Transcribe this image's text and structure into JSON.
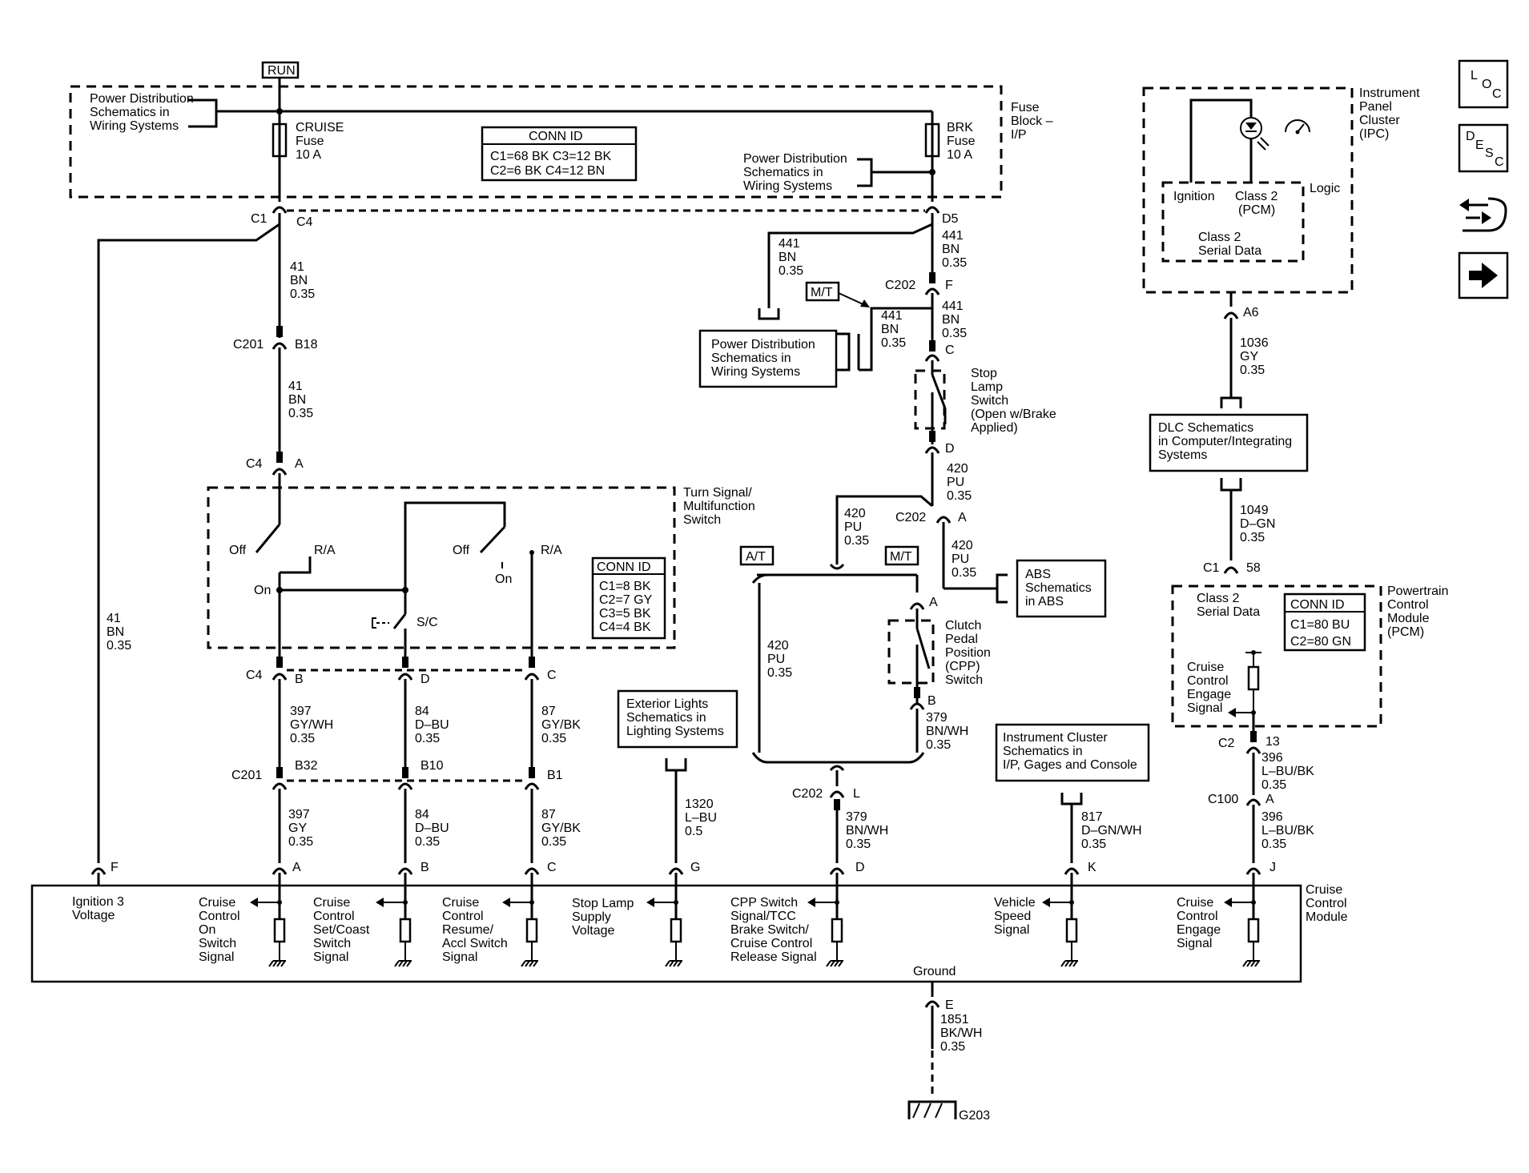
{
  "diagram": {
    "run_label": "RUN",
    "fuse_block_label": [
      "Fuse",
      "Block –",
      "I/P"
    ],
    "pd_top": [
      "Power Distribution",
      "Schematics in",
      "Wiring  Systems"
    ],
    "cruise_fuse": [
      "CRUISE",
      "Fuse",
      "10 A"
    ],
    "brk_fuse": [
      "BRK",
      "Fuse",
      "10 A"
    ],
    "pd_mid": [
      "Power Distribution",
      "Schematics in",
      "Wiring  Systems"
    ],
    "conn_top": {
      "title": "CONN ID",
      "rows": [
        "C1=68 BK   C3=12 BK",
        "C2=6 BK     C4=12 BN"
      ]
    },
    "turn_signal": [
      "Turn Signal/",
      "Multifunction",
      "Switch"
    ],
    "conn_turn": {
      "title": "CONN ID",
      "rows": [
        "C1=8 BK",
        "C2=7 GY",
        "C3=5 BK",
        "C4=4 BK"
      ]
    },
    "conn_pcm": {
      "title": "CONN ID",
      "rows": [
        "C1=80 BU",
        "C2=80 GN"
      ]
    },
    "pd_box": [
      "Power Distribution",
      "Schematics in",
      "Wiring Systems"
    ],
    "mt_label": "M/T",
    "at_label": "A/T",
    "stop_lamp": [
      "Stop",
      "Lamp",
      "Switch",
      "(Open w/Brake",
      "Applied)"
    ],
    "clutch": [
      "Clutch",
      "Pedal",
      "Position",
      "(CPP)",
      "Switch"
    ],
    "abs_box": [
      "ABS",
      "Schematics",
      "in ABS"
    ],
    "ext_lights": [
      "Exterior Lights",
      "Schematics in",
      "Lighting Systems"
    ],
    "inst_cluster": [
      "Instrument Cluster",
      "Schematics in",
      "I/P, Gages and Console"
    ],
    "ipc": [
      "Instrument",
      "Panel",
      "Cluster",
      "(IPC)"
    ],
    "ipc_logic": "Logic",
    "ipc_ignition": "Ignition",
    "ipc_class2": [
      "Class 2",
      "(PCM)"
    ],
    "ipc_serial": [
      "Class 2",
      "Serial Data"
    ],
    "dlc": [
      "DLC Schematics",
      "in Computer/Integrating",
      "Systems"
    ],
    "pcm": [
      "Powertrain",
      "Control",
      "Module",
      "(PCM)"
    ],
    "pcm_serial": [
      "Class 2",
      "Serial Data"
    ],
    "pcm_cruise": [
      "Cruise",
      "Control",
      "Engage",
      "Signal"
    ],
    "ccm": [
      "Cruise",
      "Control",
      "Module"
    ],
    "ground_label": "Ground",
    "ground_id": "G203",
    "nav_icons": [
      {
        "name": "location-icon",
        "text": [
          "L",
          "O",
          "C"
        ]
      },
      {
        "name": "description-icon",
        "text": [
          "D",
          "E",
          "S",
          "C"
        ]
      },
      {
        "name": "diagnostic-icon"
      },
      {
        "name": "next-arrow-icon"
      }
    ],
    "switch_labels": {
      "off1": "Off",
      "ra1": "R/A",
      "on1": "On",
      "off2": "Off",
      "on2": "On",
      "ra2": "R/A",
      "sc": "S/C"
    },
    "connectors": {
      "c1": "C1",
      "c4": "C4",
      "d5": "D5",
      "c201_b18": "C201",
      "b18": "B18",
      "c4a": "C4",
      "a": "A",
      "c202f": "C202",
      "f": "F",
      "c_stop": "C",
      "d_stop": "D",
      "c202a": "C202",
      "a_c202": "A",
      "c4b": "C4",
      "b": "B",
      "d": "D",
      "c": "C",
      "c201b": "C201",
      "b32": "B32",
      "b10": "B10",
      "b1": "B1",
      "a_cpp": "A",
      "b_cpp": "B",
      "c202l": "C202",
      "l": "L",
      "a6": "A6",
      "c1_58": "C1",
      "n58": "58",
      "c2_13": "C2",
      "n13": "13",
      "c100": "C100",
      "a_c100": "A",
      "e": "E"
    },
    "wires": {
      "w41_top": [
        "41",
        "BN",
        "0.35"
      ],
      "w41_mid": [
        "41",
        "BN",
        "0.35"
      ],
      "w41_left": [
        "41",
        "BN",
        "0.35"
      ],
      "w441_d5": [
        "441",
        "BN",
        "0.35"
      ],
      "w441_left": [
        "441",
        "BN",
        "0.35"
      ],
      "w441_f": [
        "441",
        "BN",
        "0.35"
      ],
      "w441_mt": [
        "441",
        "BN",
        "0.35"
      ],
      "w420_d": [
        "420",
        "PU",
        "0.35"
      ],
      "w420_left": [
        "420",
        "PU",
        "0.35"
      ],
      "w420_abs": [
        "420",
        "PU",
        "0.35"
      ],
      "w420_at": [
        "420",
        "PU",
        "0.35"
      ],
      "w397a": [
        "397",
        "GY/WH",
        "0.35"
      ],
      "w84a": [
        "84",
        "D–BU",
        "0.35"
      ],
      "w87a": [
        "87",
        "GY/BK",
        "0.35"
      ],
      "w397b": [
        "397",
        "GY",
        "0.35"
      ],
      "w84b": [
        "84",
        "D–BU",
        "0.35"
      ],
      "w87b": [
        "87",
        "GY/BK",
        "0.35"
      ],
      "w379a": [
        "379",
        "BN/WH",
        "0.35"
      ],
      "w379b": [
        "379",
        "BN/WH",
        "0.35"
      ],
      "w1320": [
        "1320",
        "L–BU",
        "0.5"
      ],
      "w817": [
        "817",
        "D–GN/WH",
        "0.35"
      ],
      "w1036": [
        "1036",
        "GY",
        "0.35"
      ],
      "w1049": [
        "1049",
        "D–GN",
        "0.35"
      ],
      "w396a": [
        "396",
        "L–BU/BK",
        "0.35"
      ],
      "w396b": [
        "396",
        "L–BU/BK",
        "0.35"
      ],
      "w1851": [
        "1851",
        "BK/WH",
        "0.35"
      ]
    },
    "module_pins": [
      {
        "pin": "F",
        "label": [
          "Ignition 3",
          "Voltage"
        ]
      },
      {
        "pin": "A",
        "label": [
          "Cruise",
          "Control",
          "On",
          "Switch",
          "Signal"
        ]
      },
      {
        "pin": "B",
        "label": [
          "Cruise",
          "Control",
          "Set/Coast",
          "Switch",
          "Signal"
        ]
      },
      {
        "pin": "C",
        "label": [
          "Cruise",
          "Control",
          "Resume/",
          "Accl Switch",
          "Signal"
        ]
      },
      {
        "pin": "G",
        "label": [
          "Stop Lamp",
          "Supply",
          "Voltage"
        ]
      },
      {
        "pin": "D",
        "label": [
          "CPP Switch",
          "Signal/TCC",
          "Brake Switch/",
          "Cruise Control",
          "Release Signal"
        ]
      },
      {
        "pin": "K",
        "label": [
          "Vehicle",
          "Speed",
          "Signal"
        ]
      },
      {
        "pin": "J",
        "label": [
          "Cruise",
          "Control",
          "Engage",
          "Signal"
        ]
      }
    ]
  }
}
